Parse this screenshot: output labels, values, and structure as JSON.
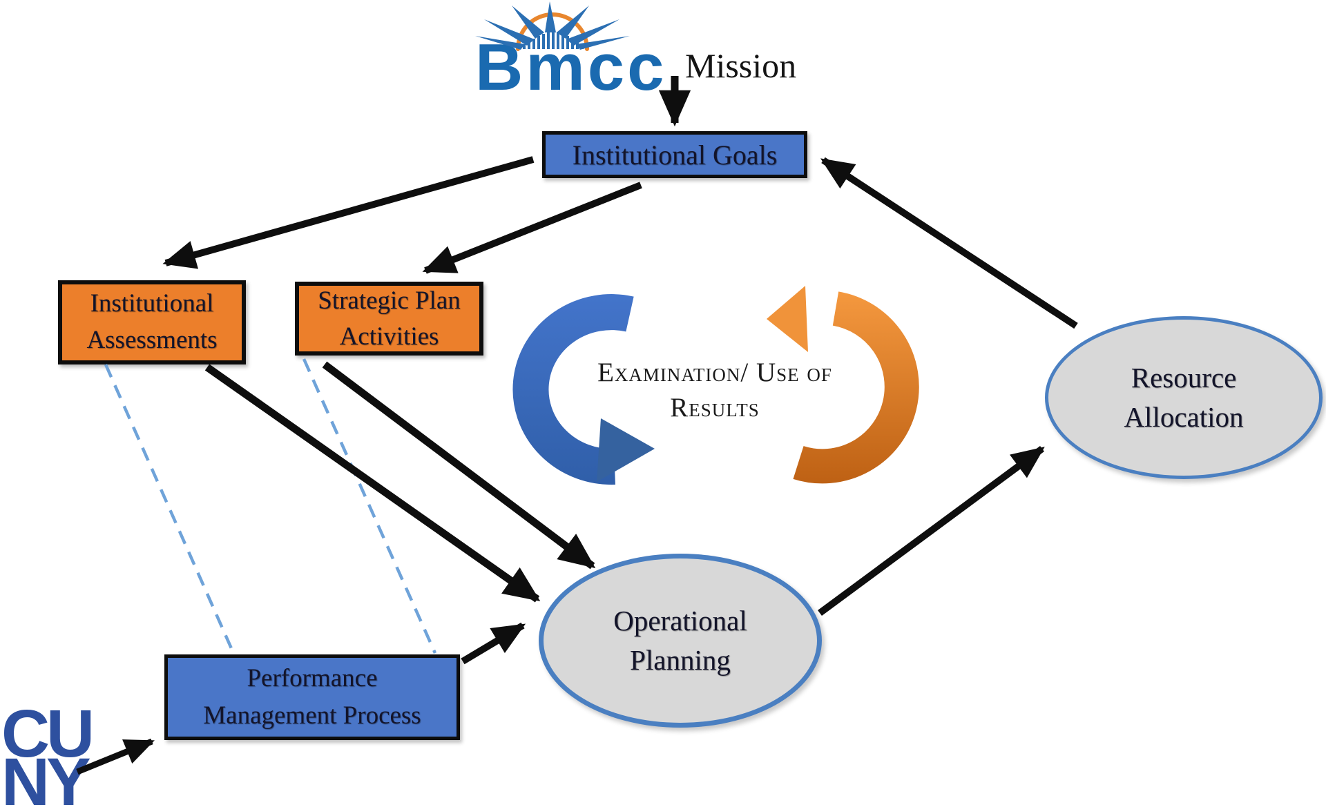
{
  "logo": {
    "bmcc": "Bmcc",
    "mission": "Mission"
  },
  "cuny": {
    "top": "CU",
    "bottom": "NY"
  },
  "nodes": {
    "goals": {
      "label": "Institutional Goals"
    },
    "assessments": {
      "line1": "Institutional",
      "line2": "Assessments"
    },
    "strategic": {
      "line1": "Strategic Plan",
      "line2": "Activities"
    },
    "performance": {
      "line1": "Performance",
      "line2": "Management Process"
    },
    "operational": {
      "line1": "Operational",
      "line2": "Planning"
    },
    "resource": {
      "line1": "Resource",
      "line2": "Allocation"
    },
    "cycle": {
      "line1": "Examination/",
      "line2": "Use of Results"
    }
  },
  "palette": {
    "box_blue": "#4a76c8",
    "box_orange": "#ec7f2b",
    "box_border": "#0d0d0d",
    "ellipse_fill": "#d8d8d8",
    "ellipse_border": "#4a7fc1",
    "arrow_black": "#0e0e0e",
    "dashed_blue": "#6fa3d9",
    "cycle_blue_top": "#4374ca",
    "cycle_blue_bottom": "#2f5ea8",
    "cycle_orange_top": "#f5993f",
    "cycle_orange_bottom": "#be6114",
    "bmcc_blue": "#1a6ab0",
    "logo_arc_orange": "#e8862e",
    "cuny_blue": "#2e509f"
  }
}
